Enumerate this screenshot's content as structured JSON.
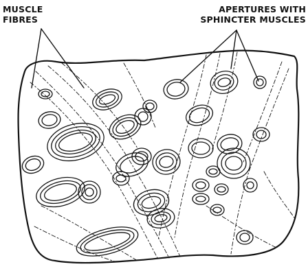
{
  "labels": {
    "muscle_fibres": {
      "line1": "MUSCLE",
      "line2": "FIBRES"
    },
    "apertures": {
      "line1": "APERTURES WITH",
      "line2": "SPHINCTER MUSCLES"
    }
  },
  "colors": {
    "ink": "#111111",
    "background": "#ffffff"
  }
}
